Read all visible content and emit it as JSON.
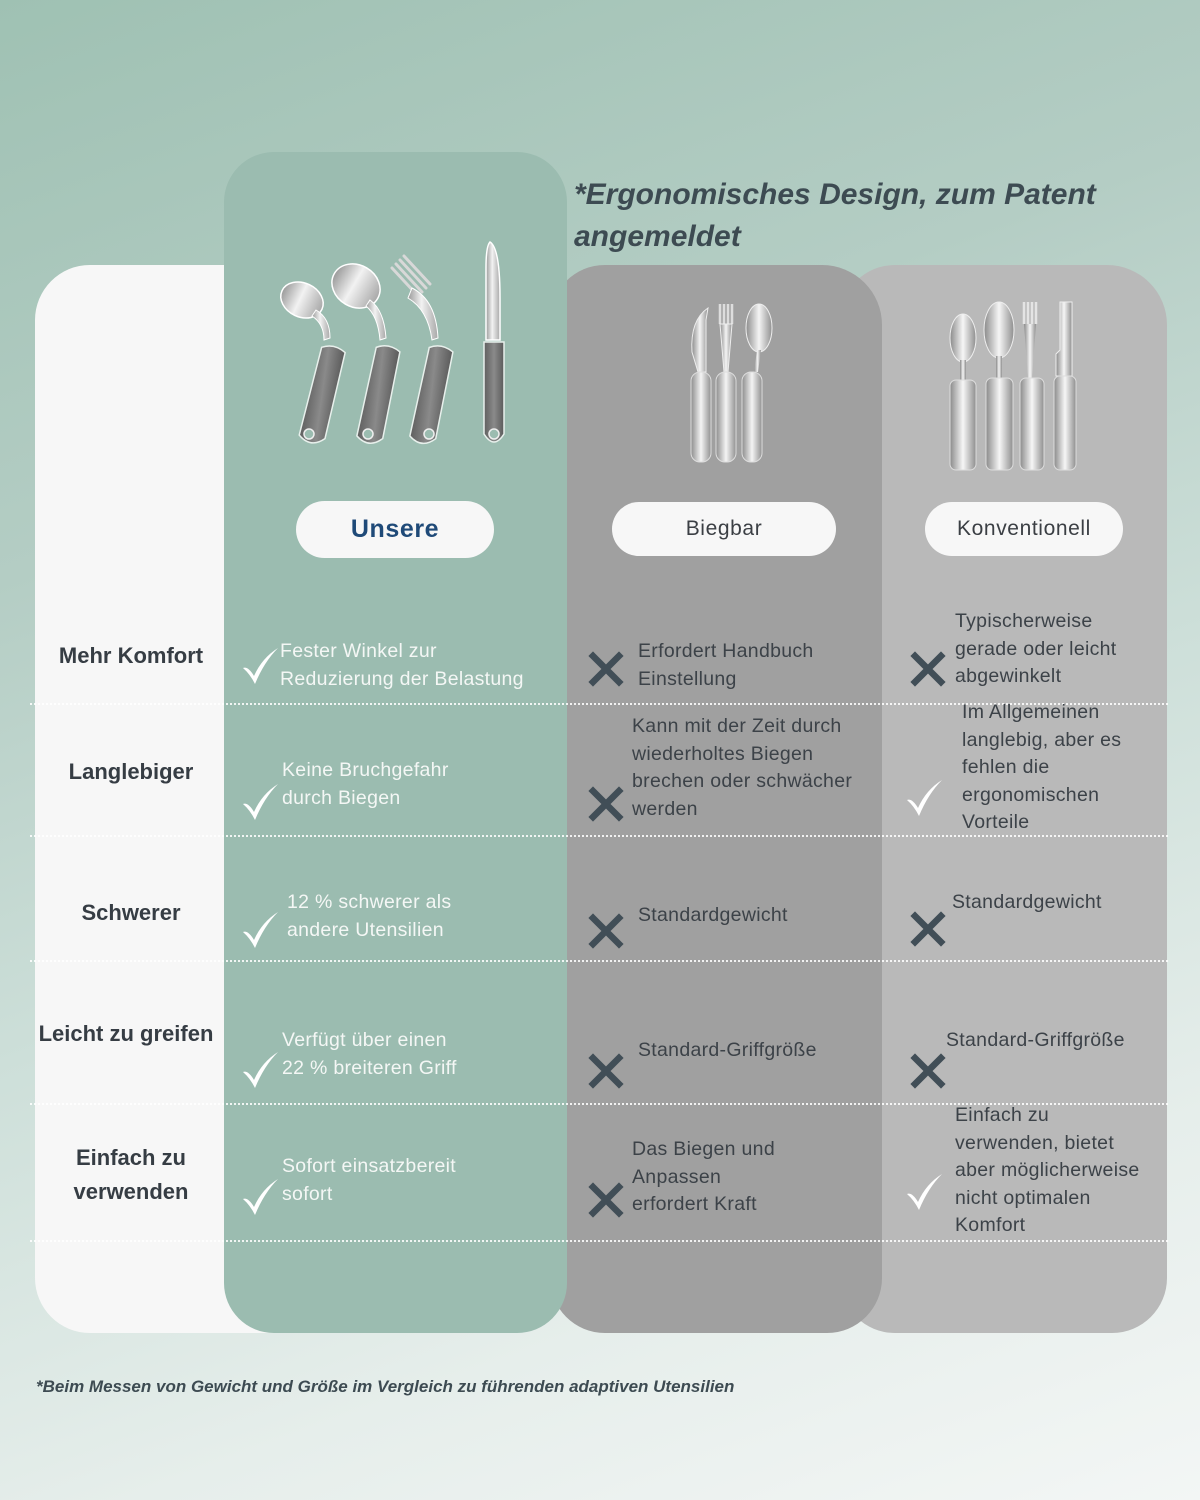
{
  "headline": "*Ergonomisches Design, zum Patent angemeldet",
  "footnote": "*Beim Messen von Gewicht und Größe im Vergleich zu führenden adaptiven Utensilien",
  "colors": {
    "ours_panel": "#9bbcb0",
    "biegbar_panel": "#a0a0a0",
    "konventionell_panel": "#b9b9b9",
    "label_panel": "#f7f7f7",
    "ours_pill_text": "#1f4a78",
    "cross": "#414e57",
    "check": "#ffffff"
  },
  "columns": [
    {
      "id": "ours",
      "label": "Unsere",
      "image": "ergonomic-bent-cutlery-set"
    },
    {
      "id": "biegbar",
      "label": "Biegbar",
      "image": "bendable-cutlery-set"
    },
    {
      "id": "konventionell",
      "label": "Konventionell",
      "image": "conventional-cutlery-set"
    }
  ],
  "rows": [
    {
      "label": "Mehr Komfort",
      "ours": {
        "icon": "check-icon",
        "text": "Fester Winkel zur\nReduzierung der Belastung"
      },
      "biegbar": {
        "icon": "cross-icon",
        "text": "Erfordert Handbuch\nEinstellung"
      },
      "konventionell": {
        "icon": "cross-icon",
        "text": "Typischerweise\ngerade oder leicht\nabgewinkelt"
      }
    },
    {
      "label": "Langlebiger",
      "ours": {
        "icon": "check-icon",
        "text": "Keine Bruchgefahr\ndurch Biegen"
      },
      "biegbar": {
        "icon": "cross-icon",
        "text": "Kann mit der Zeit durch\nwiederholtes Biegen\nbrechen oder schwächer\nwerden"
      },
      "konventionell": {
        "icon": "check-icon",
        "text": "Im Allgemeinen\nlanglebig, aber es\nfehlen die\nergonomischen\nVorteile"
      }
    },
    {
      "label": "Schwerer",
      "ours": {
        "icon": "check-icon",
        "text": "12 % schwerer als\nandere Utensilien"
      },
      "biegbar": {
        "icon": "cross-icon",
        "text": "Standardgewicht"
      },
      "konventionell": {
        "icon": "cross-icon",
        "text": "Standardgewicht"
      }
    },
    {
      "label": "Leicht zu greifen",
      "ours": {
        "icon": "check-icon",
        "text": "Verfügt über einen\n22 % breiteren Griff"
      },
      "biegbar": {
        "icon": "cross-icon",
        "text": "Standard-Griffgröße"
      },
      "konventionell": {
        "icon": "cross-icon",
        "text": "Standard-Griffgröße"
      }
    },
    {
      "label": "Einfach zu verwenden",
      "ours": {
        "icon": "check-icon",
        "text": "Sofort einsatzbereit\nsofort"
      },
      "biegbar": {
        "icon": "cross-icon",
        "text": "Das Biegen und\nAnpassen\nerfordert Kraft"
      },
      "konventionell": {
        "icon": "check-icon",
        "text": "Einfach zu\nverwenden, bietet\naber möglicherweise\nnicht optimalen\nKomfort"
      }
    }
  ]
}
